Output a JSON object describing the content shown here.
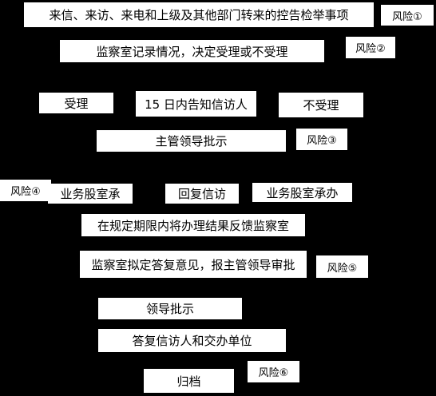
{
  "steps": {
    "s1": "来信、来访、来电和上级及其他部门转来的控告检举事项",
    "s2": "监察室记录情况，决定受理或不受理",
    "accept": "受理",
    "notify": "15 日内告知信访人",
    "reject": "不受理",
    "leader_instruct_1": "主管领导批示",
    "dept_a": "业务股室承",
    "reply": "回复信访",
    "dept_b": "业务股室承办",
    "feedback": "在规定期限内将办理结果反馈监察室",
    "draft": "监察室拟定答复意见，报主管领导审批",
    "leader_instruct_2": "领导批示",
    "answer": "答复信访人和交办单位",
    "archive": "归档"
  },
  "risks": {
    "r1": "风险①",
    "r2": "风险②",
    "r3": "风险③",
    "r4": "风险④",
    "r5": "风险⑤",
    "r6": "风险⑥"
  }
}
